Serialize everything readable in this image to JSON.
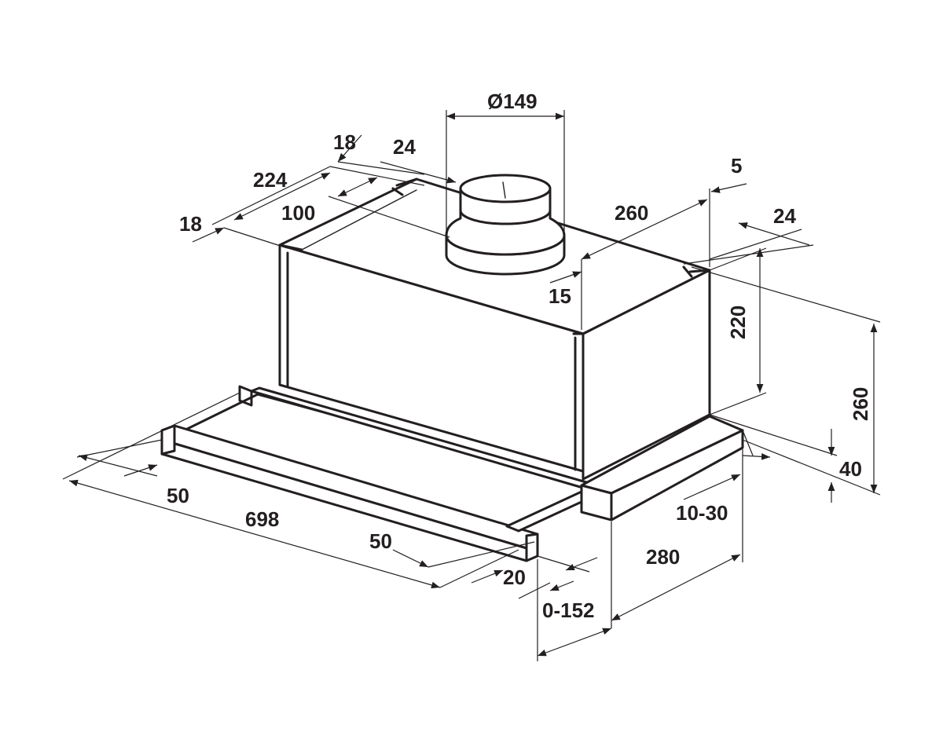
{
  "drawing": {
    "dimensions": {
      "duct_diameter": "Ø149",
      "top_18_a": "18",
      "top_24_a": "24",
      "top_224": "224",
      "top_100": "100",
      "top_18_b": "18",
      "top_260": "260",
      "top_5": "5",
      "top_24_b": "24",
      "top_15": "15",
      "height_220": "220",
      "height_260": "260",
      "height_40": "40",
      "bottom_50_a": "50",
      "bottom_698": "698",
      "bottom_50_b": "50",
      "bottom_20": "20",
      "bottom_10_30": "10-30",
      "bottom_280": "280",
      "bottom_0_152": "0-152"
    }
  }
}
